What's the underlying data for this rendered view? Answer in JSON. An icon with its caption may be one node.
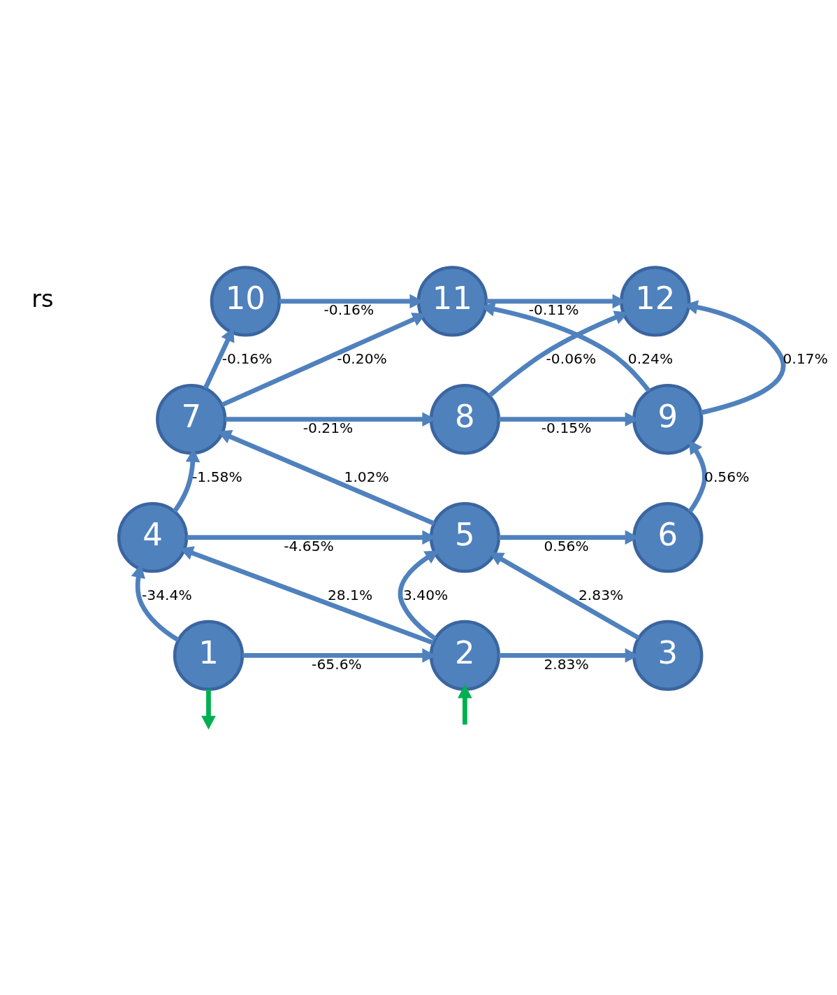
{
  "diagram": {
    "nodes": [
      {
        "text": [
          "1"
        ]
      },
      {
        "text": [
          "2"
        ]
      },
      {
        "text": [
          "3"
        ]
      },
      {
        "text": [
          "4"
        ]
      },
      {
        "text": [
          "5"
        ]
      },
      {
        "text": [
          "6"
        ]
      },
      {
        "text": [
          "7"
        ]
      },
      {
        "text": [
          "8"
        ]
      },
      {
        "text": [
          "9"
        ]
      },
      {
        "text": [
          "10"
        ]
      },
      {
        "text": [
          "11"
        ]
      },
      {
        "text": [
          "12"
        ]
      }
    ],
    "edges": [
      {
        "from": 9,
        "to": 10,
        "arrow": "to",
        "label": "-0.16%"
      },
      {
        "from": 10,
        "to": 11,
        "arrow": "to",
        "label": "-0.11%"
      },
      {
        "from": 6,
        "to": 9,
        "arrow": "to",
        "label": "-0.16%"
      },
      {
        "from": 6,
        "to": 10,
        "arrow": "to",
        "label": "-0.20%"
      },
      {
        "from": 7,
        "to": 11,
        "arrow": "to",
        "label": "-0.06%"
      },
      {
        "from": 8,
        "to": 10,
        "arrow": "to",
        "label": "0.24%"
      },
      {
        "from": 8,
        "to": 11,
        "arrow": "to",
        "label": "0.17%"
      },
      {
        "from": 6,
        "to": 7,
        "arrow": "to",
        "label": "-0.21%"
      },
      {
        "from": 7,
        "to": 8,
        "arrow": "to",
        "label": "-0.15%"
      },
      {
        "from": 3,
        "to": 6,
        "arrow": "to",
        "label": "-1.58%"
      },
      {
        "from": 4,
        "to": 6,
        "arrow": "to",
        "label": "1.02%"
      },
      {
        "from": 5,
        "to": 8,
        "arrow": "to",
        "label": "0.56%"
      },
      {
        "from": 3,
        "to": 4,
        "arrow": "to",
        "label": "-4.65%"
      },
      {
        "from": 4,
        "to": 5,
        "arrow": "to",
        "label": "0.56%"
      },
      {
        "from": 1,
        "to": 4,
        "arrow": "to",
        "label": "3.40%"
      },
      {
        "from": 0,
        "to": 3,
        "arrow": "to",
        "label": "-34.4%"
      },
      {
        "from": 1,
        "to": 3,
        "arrow": "to",
        "label": "28.1%"
      },
      {
        "from": 2,
        "to": 4,
        "arrow": "to",
        "label": "2.83%"
      },
      {
        "from": 0,
        "to": 1,
        "arrow": "to",
        "label": "-65.6%"
      },
      {
        "from": 1,
        "to": 2,
        "arrow": "to",
        "label": "2.83%"
      },
      {
        "from": null,
        "to": 1,
        "arrow": "to",
        "color": "#00b050"
      },
      {
        "from": 0,
        "to": null,
        "arrow": "to",
        "color": "#00b050"
      }
    ],
    "labels": [
      "rs"
    ]
  }
}
